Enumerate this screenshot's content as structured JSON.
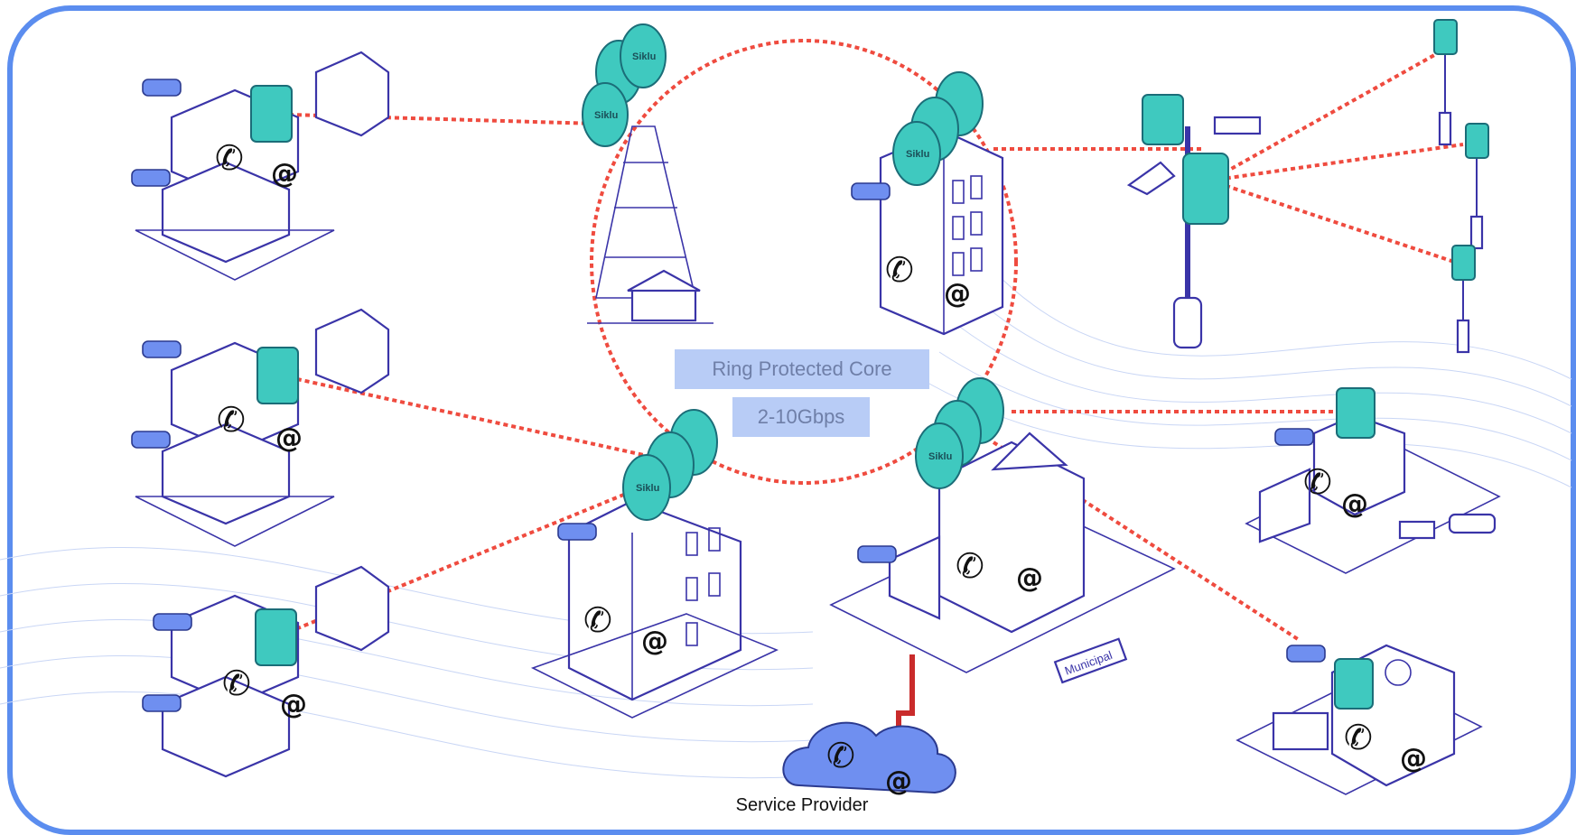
{
  "core": {
    "name": "Ring Protected Core",
    "speed": "2-10Gbps"
  },
  "provider": {
    "label": "Service Provider"
  },
  "symbols": {
    "at": "@",
    "phone": "✆"
  },
  "branding": {
    "radio_brand": "Siklu",
    "municipal_sign": "Municipal"
  },
  "colors": {
    "frame": "#5b8def",
    "link": "#ef4b3f",
    "radio": "#3fc9bf",
    "building_outline": "#3a34a8",
    "label_box": "#b8ccf6",
    "cloud": "#6f8ff0"
  }
}
